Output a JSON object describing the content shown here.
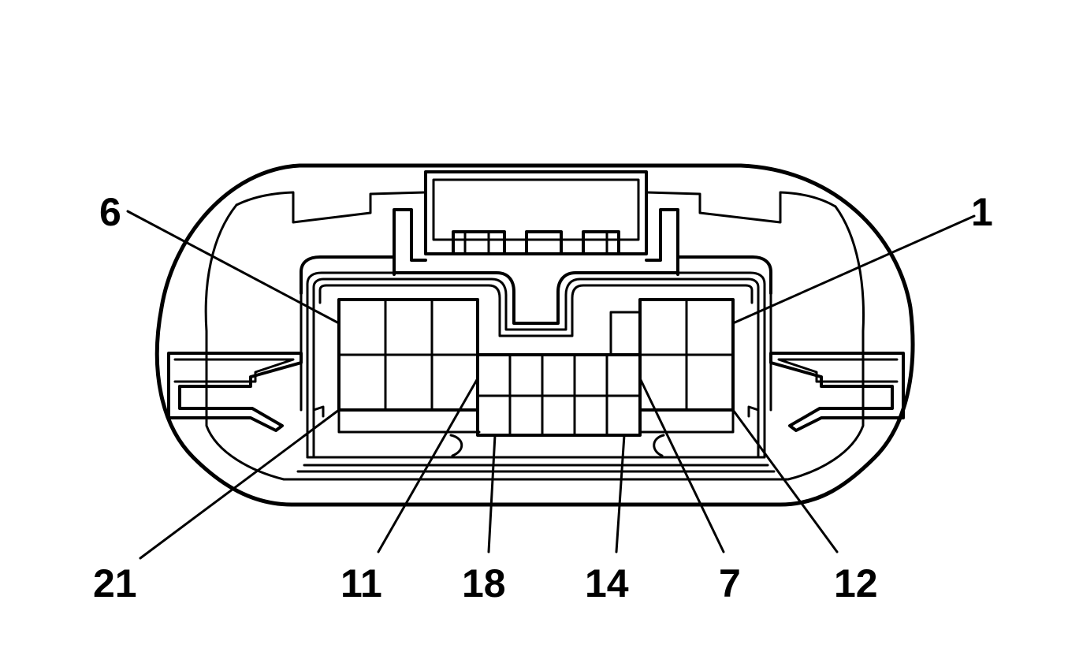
{
  "diagram": {
    "pin_labels": {
      "pin_6": "6",
      "pin_1": "1",
      "pin_21": "21",
      "pin_11": "11",
      "pin_18": "18",
      "pin_14": "14",
      "pin_7": "7",
      "pin_12": "12"
    },
    "stroke_color": "#000000",
    "background_color": "#ffffff"
  }
}
